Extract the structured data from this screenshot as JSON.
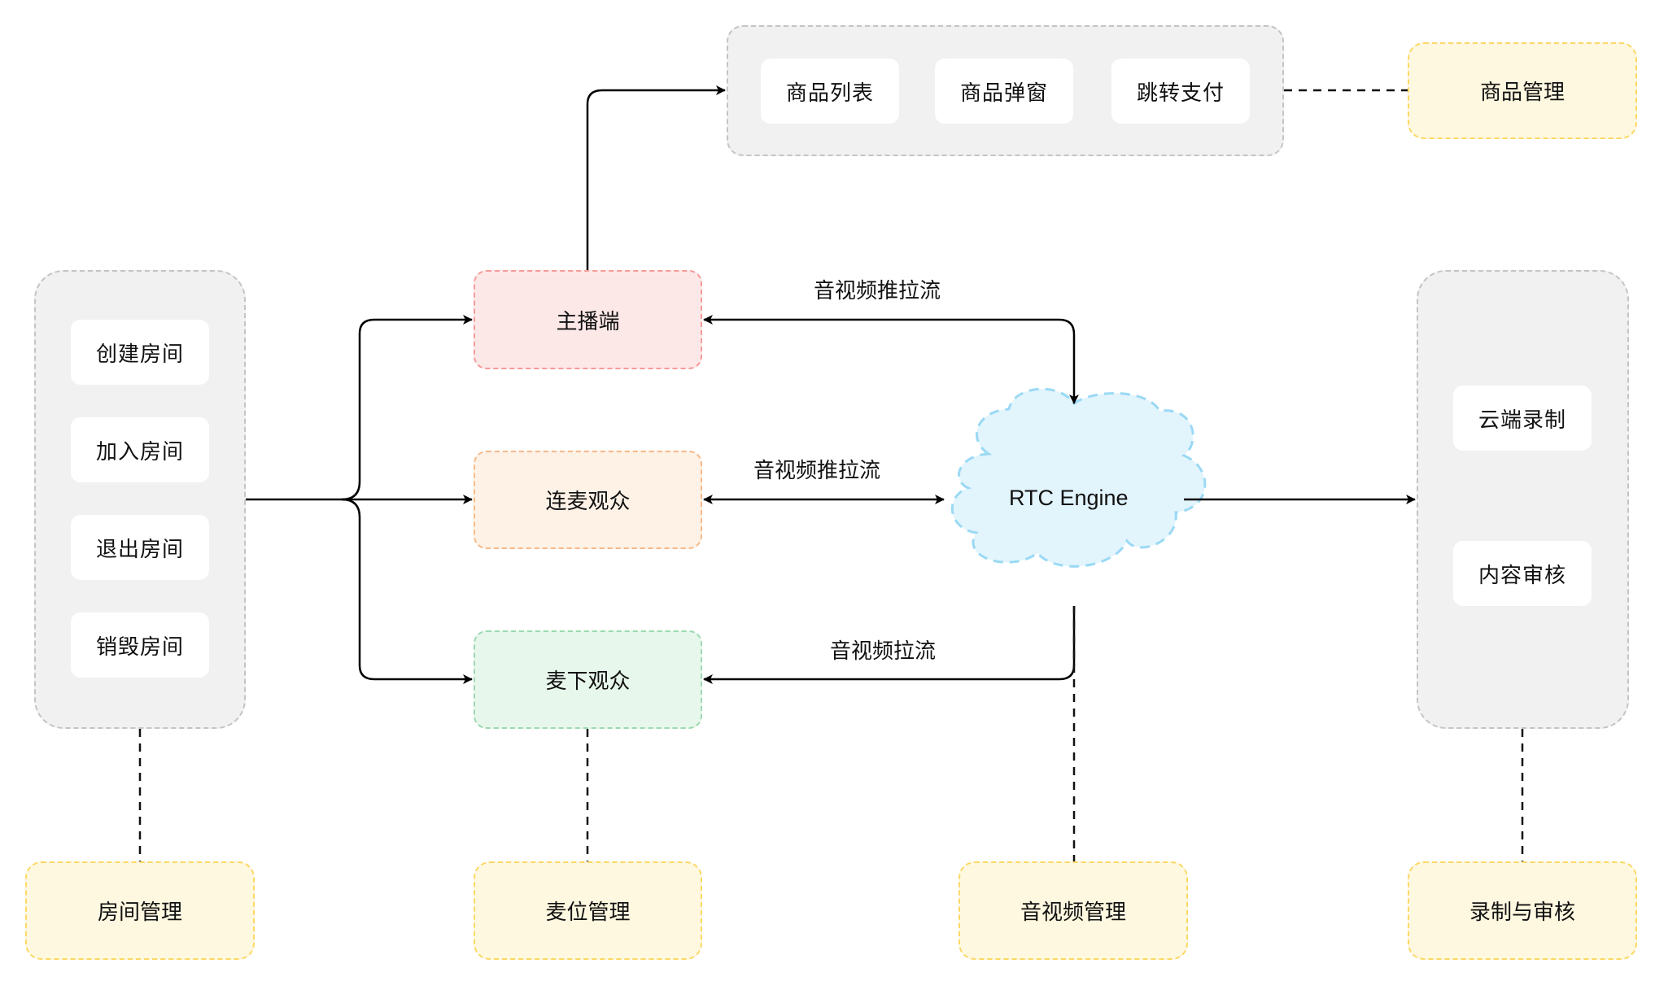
{
  "room_module": {
    "items": [
      {
        "label": "创建房间"
      },
      {
        "label": "加入房间"
      },
      {
        "label": "退出房间"
      },
      {
        "label": "销毁房间"
      }
    ],
    "management_label": "房间管理"
  },
  "roles": {
    "host": {
      "label": "主播端"
    },
    "co_host_audience": {
      "label": "连麦观众"
    },
    "viewer_audience": {
      "label": "麦下观众"
    },
    "management_label": "麦位管理"
  },
  "commerce_module": {
    "items": [
      {
        "label": "商品列表"
      },
      {
        "label": "商品弹窗"
      },
      {
        "label": "跳转支付"
      }
    ],
    "management_label": "商品管理"
  },
  "rtc": {
    "label": "RTC Engine",
    "management_label": "音视频管理"
  },
  "edges": {
    "host_stream": "音视频推拉流",
    "co_host_stream": "音视频推拉流",
    "viewer_stream": "音视频拉流"
  },
  "recording_module": {
    "items": [
      {
        "label": "云端录制"
      },
      {
        "label": "内容审核"
      }
    ],
    "management_label": "录制与审核"
  },
  "colors": {
    "host_fill": "#fde8e8",
    "host_border": "#f59a9a",
    "co_host_fill": "#fef2e7",
    "co_host_border": "#f7b987",
    "viewer_fill": "#e8f7ec",
    "viewer_border": "#9cd9b0",
    "management_fill": "#fff8e0",
    "management_border": "#fbd863",
    "cloud_fill": "#e2f4fc",
    "cloud_border": "#9ad9f5",
    "container_fill": "#f1f1f1",
    "container_border": "#c4c4c4"
  }
}
